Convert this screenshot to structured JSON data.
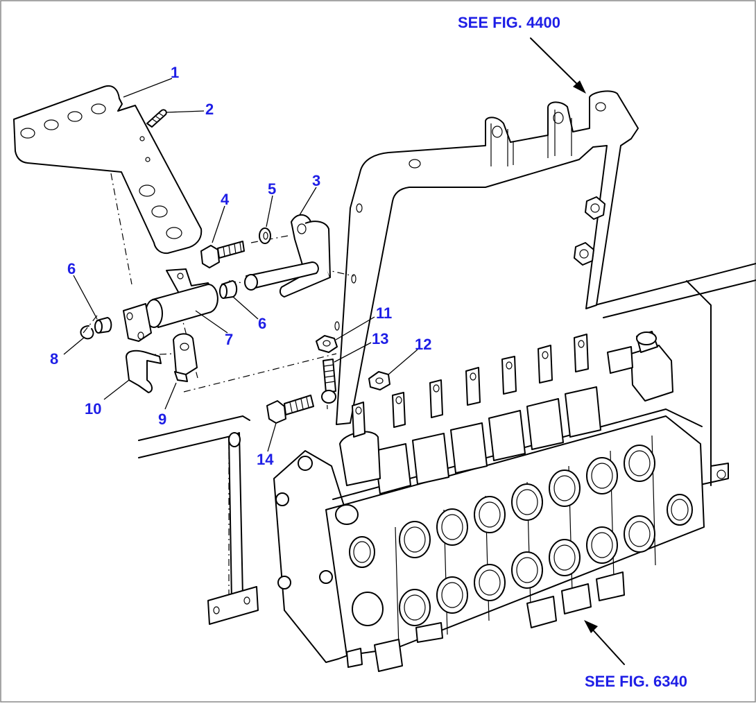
{
  "references": {
    "top": "SEE FIG. 4400",
    "bottom": "SEE FIG. 6340"
  },
  "callouts": [
    "1",
    "2",
    "3",
    "4",
    "5",
    "6",
    "6",
    "7",
    "8",
    "9",
    "10",
    "11",
    "12",
    "13",
    "14"
  ]
}
